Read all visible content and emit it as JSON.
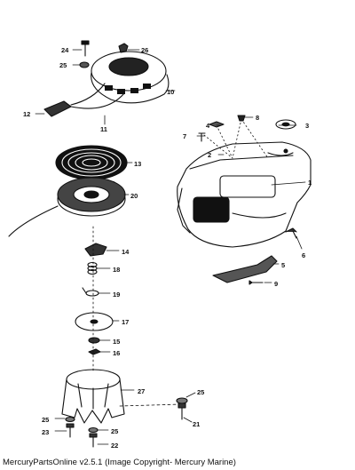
{
  "diagram": {
    "callouts": [
      {
        "id": "c1",
        "label": "1"
      },
      {
        "id": "c2",
        "label": "2"
      },
      {
        "id": "c3",
        "label": "3"
      },
      {
        "id": "c4",
        "label": "4"
      },
      {
        "id": "c5",
        "label": "5"
      },
      {
        "id": "c6",
        "label": "6"
      },
      {
        "id": "c7",
        "label": "7"
      },
      {
        "id": "c8",
        "label": "8"
      },
      {
        "id": "c9",
        "label": "9"
      },
      {
        "id": "c10",
        "label": "10"
      },
      {
        "id": "c11",
        "label": "11"
      },
      {
        "id": "c12",
        "label": "12"
      },
      {
        "id": "c13",
        "label": "13"
      },
      {
        "id": "c14",
        "label": "14"
      },
      {
        "id": "c15",
        "label": "15"
      },
      {
        "id": "c16",
        "label": "16"
      },
      {
        "id": "c17",
        "label": "17"
      },
      {
        "id": "c18",
        "label": "18"
      },
      {
        "id": "c19",
        "label": "19"
      },
      {
        "id": "c20",
        "label": "20"
      },
      {
        "id": "c21",
        "label": "21"
      },
      {
        "id": "c22",
        "label": "22"
      },
      {
        "id": "c23",
        "label": "23"
      },
      {
        "id": "c24",
        "label": "24"
      },
      {
        "id": "c25a",
        "label": "25"
      },
      {
        "id": "c25b",
        "label": "25"
      },
      {
        "id": "c25c",
        "label": "25"
      },
      {
        "id": "c25d",
        "label": "25"
      },
      {
        "id": "c26",
        "label": "26"
      },
      {
        "id": "c27",
        "label": "27"
      }
    ]
  },
  "footer": {
    "text": "MercuryPartsOnline v2.5.1 (Image Copyright- Mercury Marine)"
  }
}
